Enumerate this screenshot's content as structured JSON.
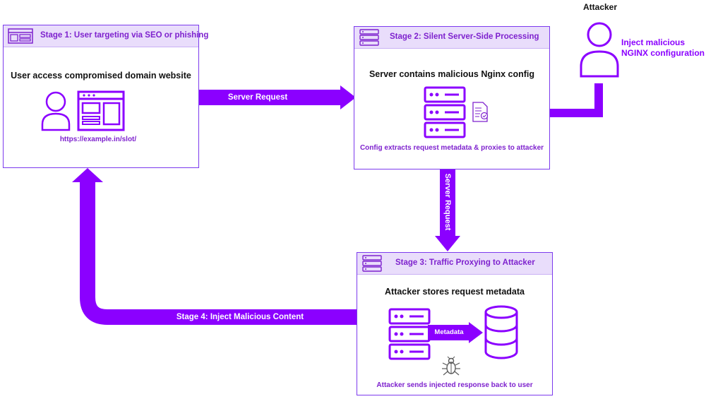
{
  "stage1": {
    "title": "Stage 1: User targeting via SEO or phishing",
    "heading": "User access compromised domain website",
    "url": "https://example.in/slot/"
  },
  "stage2": {
    "title": "Stage 2: Silent Server-Side Processing",
    "heading": "Server contains malicious Nginx config",
    "caption": "Config extracts request metadata & proxies to attacker"
  },
  "stage3": {
    "title": "Stage 3: Traffic Proxying to Attacker",
    "heading": "Attacker stores request metadata",
    "metadata_label": "Metadata",
    "caption": "Attacker sends injected response back to user"
  },
  "attacker": {
    "label": "Attacker",
    "action_line1": "Inject malicious",
    "action_line2": "NGINX configuration"
  },
  "arrows": {
    "server_request_1": "Server Request",
    "server_request_2": "Server Request",
    "stage4": "Stage 4: Inject Malicious Content"
  },
  "colors": {
    "accent": "#8b00ff",
    "accent_dark": "#7e22ce",
    "header_bg": "#e9ddfb"
  }
}
